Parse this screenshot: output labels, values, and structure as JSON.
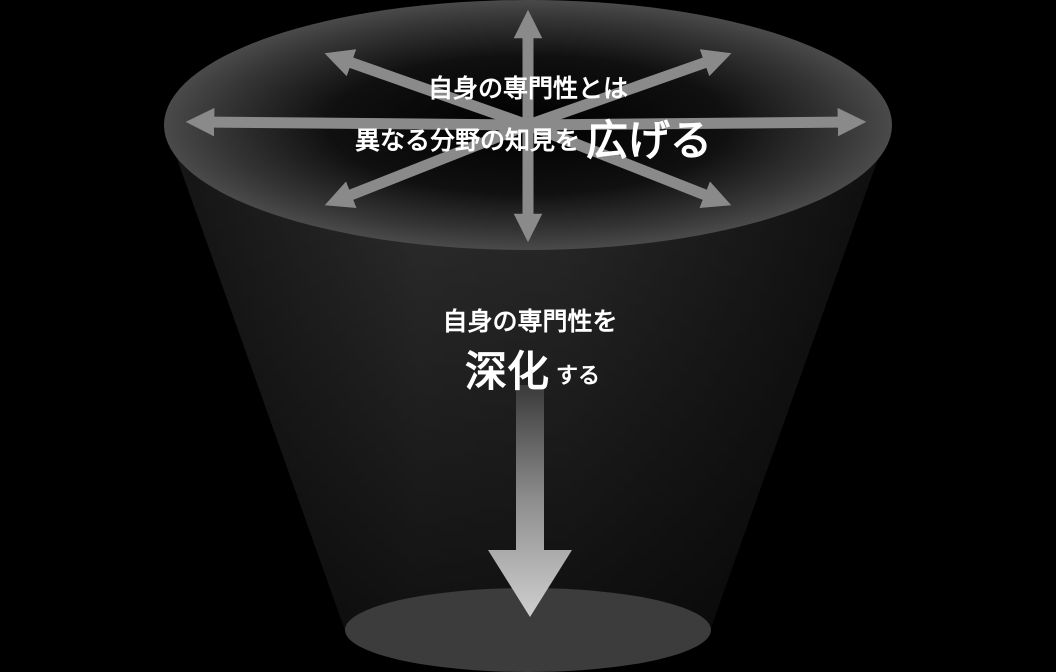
{
  "top": {
    "line1": "自身の専門性とは",
    "line2_prefix": "異なる分野の知見を",
    "line2_emphasis": "広げる"
  },
  "middle": {
    "line1": "自身の専門性を",
    "line2_emphasis": "深化",
    "line2_suffix": "する"
  },
  "colors": {
    "background": "#000000",
    "text": "#ffffff",
    "arrow": "#8a8a8a"
  }
}
